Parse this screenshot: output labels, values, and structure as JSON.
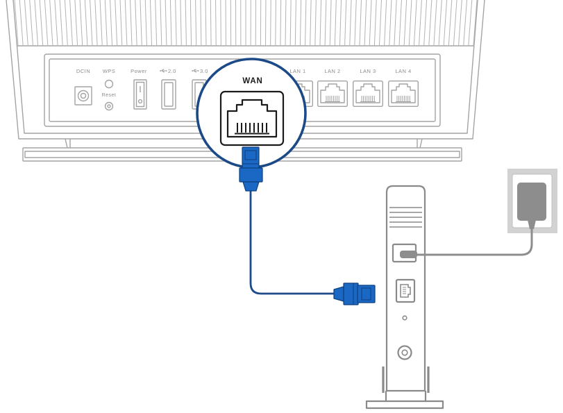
{
  "router": {
    "labels": {
      "dcin": "DCIN",
      "wps": "WPS",
      "reset": "Reset",
      "power": "Power",
      "usb2": "2.0",
      "usb3": "3.0",
      "lan1": "LAN 1",
      "lan2": "LAN 2",
      "lan3": "LAN 3",
      "lan4": "LAN 4"
    },
    "usb_icon": "usb-icon"
  },
  "callout": {
    "label": "WAN"
  },
  "colors": {
    "outline_gray": "#a3a3a3",
    "label_gray": "#8c8c8c",
    "callout_ring": "#1c4a86",
    "plug_blue": "#1b67c4",
    "cable_navy": "#1d4b8b",
    "modem_gray": "#8a8a8a",
    "adapter_gray": "#8d8d8d",
    "outlet_gray": "#d2d2d2"
  }
}
